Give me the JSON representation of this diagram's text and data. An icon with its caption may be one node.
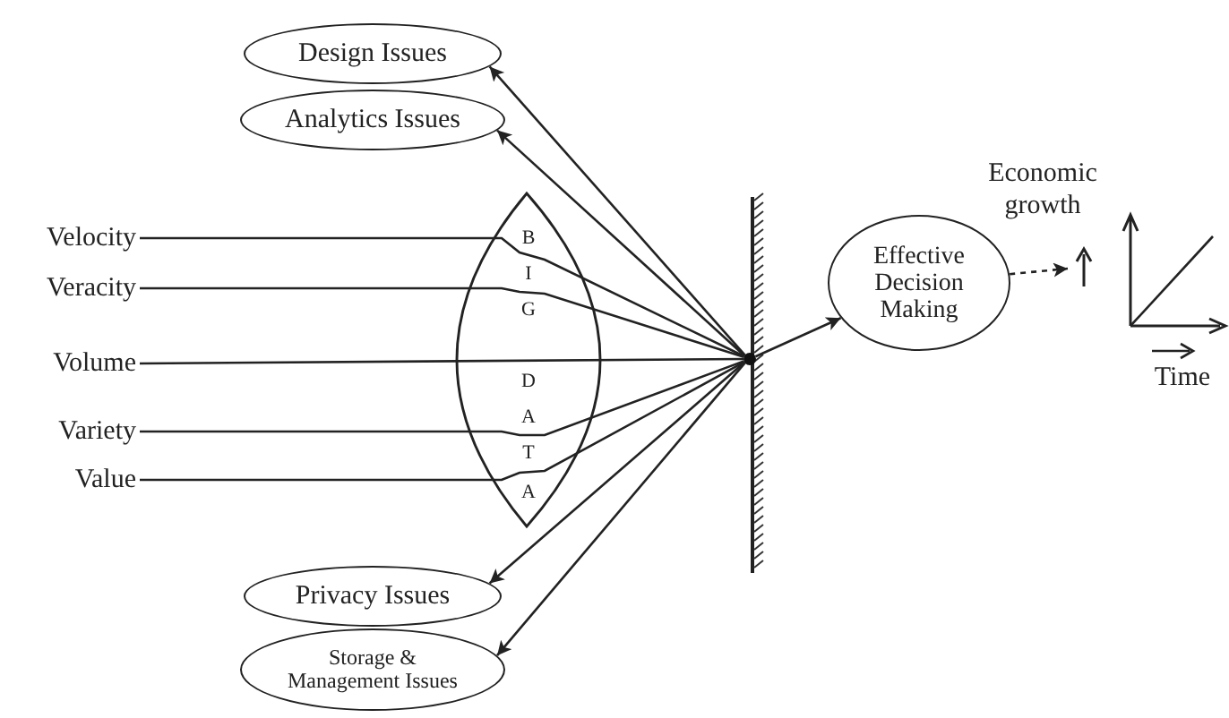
{
  "diagram": {
    "nodes": [
      {
        "text": [
          "Velocity"
        ]
      },
      {
        "text": [
          "Veracity"
        ]
      },
      {
        "text": [
          "Volume"
        ]
      },
      {
        "text": [
          "Variety"
        ]
      },
      {
        "text": [
          "Value"
        ]
      },
      {
        "text": [],
        "shape": "circle"
      },
      {
        "text": [
          "Design Issues"
        ]
      },
      {
        "text": [
          "Analytics Issues"
        ]
      },
      {
        "text": [
          "Privacy Issues"
        ]
      },
      {
        "text": [
          "Storage & Management Issues"
        ]
      },
      {
        "text": [
          "Effective Decision Making"
        ]
      }
    ],
    "edges": [
      {
        "from": 0,
        "to": 5,
        "arrow": "none"
      },
      {
        "from": 1,
        "to": 5,
        "arrow": "none"
      },
      {
        "from": 2,
        "to": 5,
        "arrow": "none"
      },
      {
        "from": 3,
        "to": 5,
        "arrow": "none"
      },
      {
        "from": 4,
        "to": 5,
        "arrow": "none"
      },
      {
        "from": 5,
        "to": 6,
        "arrow": "to"
      },
      {
        "from": 5,
        "to": 7,
        "arrow": "to"
      },
      {
        "from": 5,
        "to": 8,
        "arrow": "to"
      },
      {
        "from": 5,
        "to": 9,
        "arrow": "to"
      },
      {
        "from": 5,
        "to": 10,
        "arrow": "to"
      },
      {
        "from": 10,
        "to": null,
        "arrow": "to",
        "style": "dashed"
      }
    ],
    "labels": [
      "B",
      "I",
      "G",
      "D",
      "A",
      "T",
      "A",
      "Economic growth",
      "Time"
    ]
  }
}
